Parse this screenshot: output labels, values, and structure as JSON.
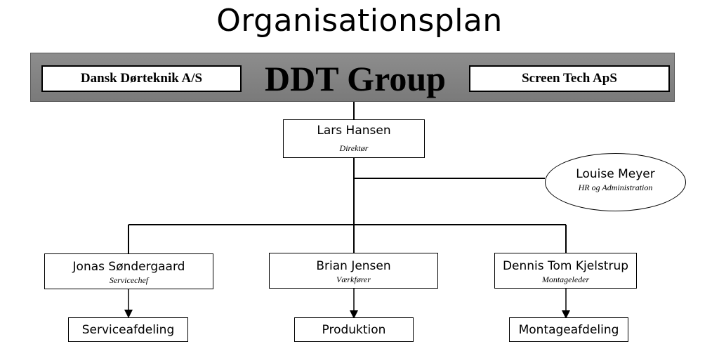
{
  "title": "Organisationsplan",
  "banner": {
    "left_company": "Dansk Dørteknik A/S",
    "group_name": "DDT Group",
    "right_company": "Screen Tech ApS"
  },
  "director": {
    "name": "Lars Hansen",
    "role": "Direktør"
  },
  "hr": {
    "name": "Louise Meyer",
    "role": "HR og Administration"
  },
  "managers": [
    {
      "name": "Jonas Søndergaard",
      "role": "Servicechef"
    },
    {
      "name": "Brian Jensen",
      "role": "Værkfører"
    },
    {
      "name": "Dennis Tom Kjelstrup",
      "role": "Montageleder"
    }
  ],
  "departments": [
    "Serviceafdeling",
    "Produktion",
    "Montageafdeling"
  ]
}
